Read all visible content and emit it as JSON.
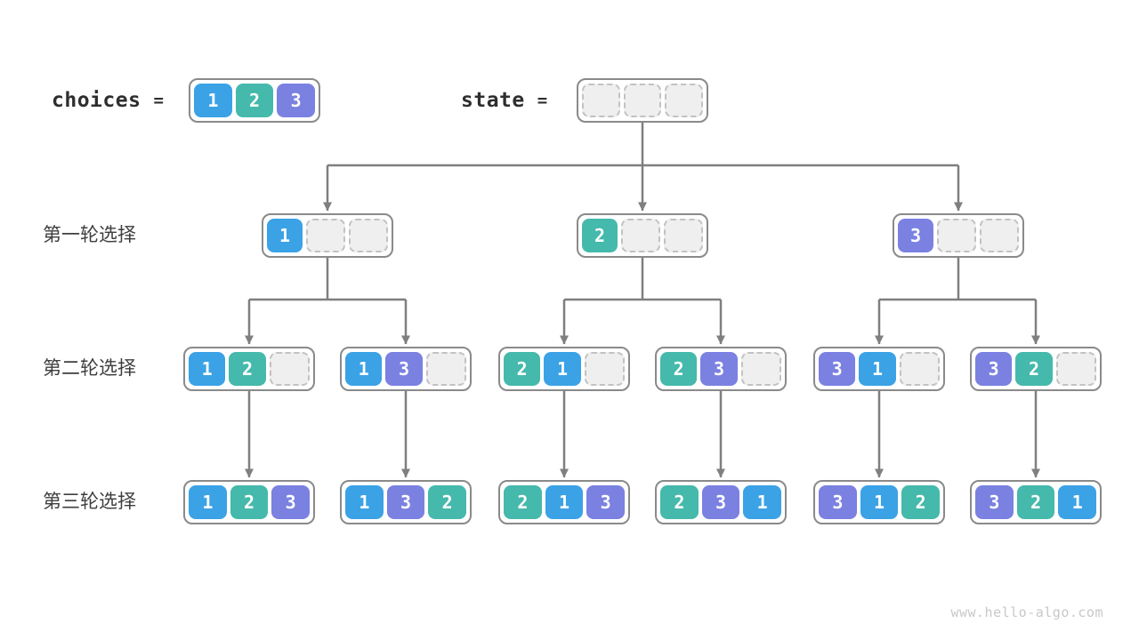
{
  "header": {
    "choices_label": "choices",
    "state_label": "state",
    "equals": "=",
    "choices_cells": [
      "1",
      "2",
      "3"
    ],
    "state_cells": [
      null,
      null,
      null
    ]
  },
  "rows": [
    {
      "label": "第一轮选择",
      "boxes": [
        [
          "1",
          null,
          null
        ],
        [
          "2",
          null,
          null
        ],
        [
          "3",
          null,
          null
        ]
      ]
    },
    {
      "label": "第二轮选择",
      "boxes": [
        [
          "1",
          "2",
          null
        ],
        [
          "1",
          "3",
          null
        ],
        [
          "2",
          "1",
          null
        ],
        [
          "2",
          "3",
          null
        ],
        [
          "3",
          "1",
          null
        ],
        [
          "3",
          "2",
          null
        ]
      ]
    },
    {
      "label": "第三轮选择",
      "boxes": [
        [
          "1",
          "2",
          "3"
        ],
        [
          "1",
          "3",
          "2"
        ],
        [
          "2",
          "1",
          "3"
        ],
        [
          "2",
          "3",
          "1"
        ],
        [
          "3",
          "1",
          "2"
        ],
        [
          "3",
          "2",
          "1"
        ]
      ]
    }
  ],
  "edges": {
    "state_to_round1": [
      0,
      1,
      2
    ],
    "round1_to_round2": [
      [
        0,
        1
      ],
      [
        2,
        3
      ],
      [
        4,
        5
      ]
    ],
    "round2_to_round3": [
      [
        0
      ],
      [
        1
      ],
      [
        2
      ],
      [
        3
      ],
      [
        4
      ],
      [
        5
      ]
    ]
  },
  "palette": {
    "v1": "#3BA2E6",
    "v2": "#45B9AB",
    "v3": "#7A81E1",
    "arrow": "#7F7F7F",
    "box_border": "#8A8A8A",
    "empty_fill": "#EFEFEF",
    "empty_border": "#C2C2C2",
    "label": "#3E3E3E",
    "code": "#2E2E2E",
    "watermark": "#C8C8C8"
  },
  "watermark": "www.hello-algo.com"
}
